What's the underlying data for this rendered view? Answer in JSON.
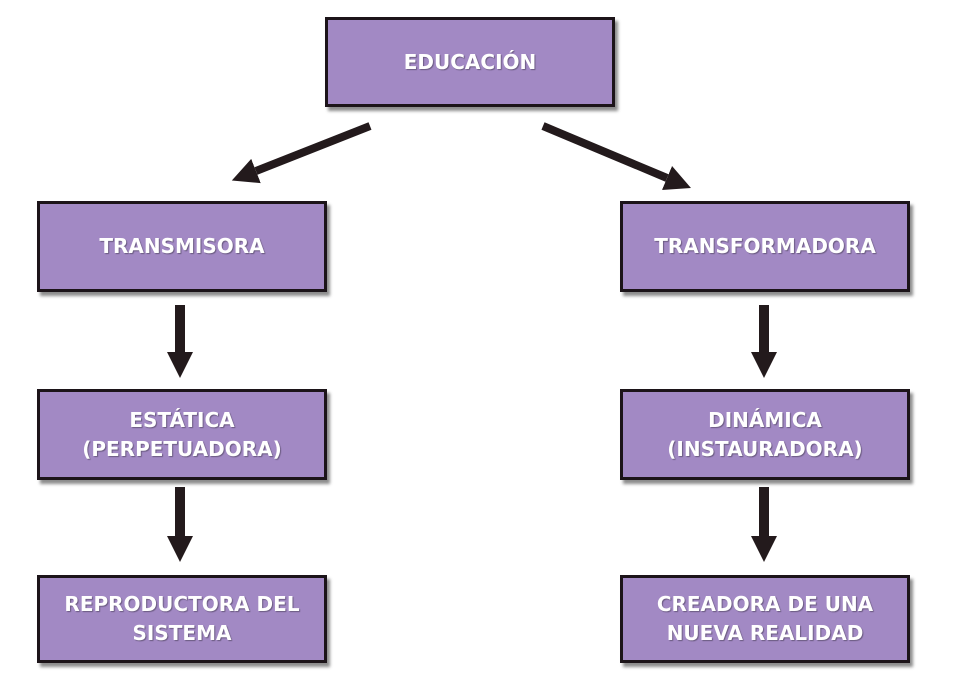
{
  "diagram": {
    "colors": {
      "box_fill": "#a289c4",
      "box_border": "#1c1419",
      "text": "#ffffff",
      "arrow": "#231a1c"
    },
    "nodes": {
      "root": {
        "label": "EDUCACIÓN"
      },
      "left_1": {
        "label": "TRANSMISORA"
      },
      "right_1": {
        "label": "TRANSFORMADORA"
      },
      "left_2": {
        "label": "ESTÁTICA (PERPETUADORA)"
      },
      "right_2": {
        "label": "DINÁMICA (INSTAURADORA)"
      },
      "left_3": {
        "label": "REPRODUCTORA DEL SISTEMA"
      },
      "right_3": {
        "label": "CREADORA DE UNA NUEVA REALIDAD"
      }
    },
    "edges": [
      {
        "from": "root",
        "to": "left_1"
      },
      {
        "from": "root",
        "to": "right_1"
      },
      {
        "from": "left_1",
        "to": "left_2"
      },
      {
        "from": "left_2",
        "to": "left_3"
      },
      {
        "from": "right_1",
        "to": "right_2"
      },
      {
        "from": "right_2",
        "to": "right_3"
      }
    ]
  }
}
